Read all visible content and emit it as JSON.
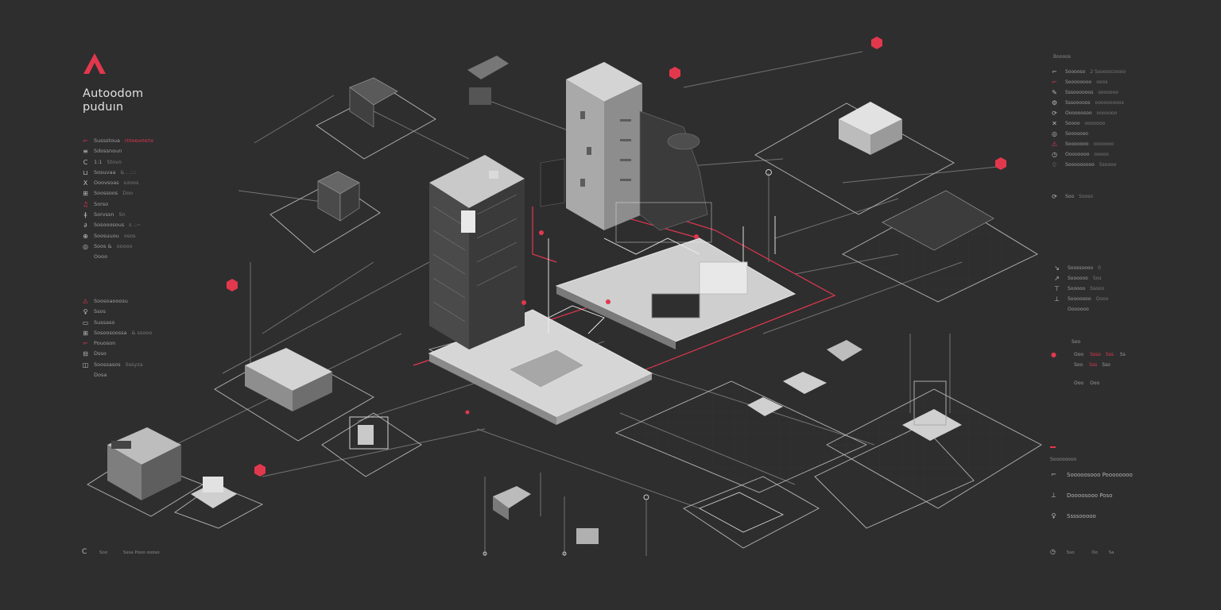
{
  "brand": {
    "line1": "Autoodom",
    "line2": "puduın",
    "accent": "#e2384d"
  },
  "left_menu": [
    {
      "icon": "pin-icon",
      "glyph": "⌐",
      "red": true,
      "label": "Sussstoua",
      "extra": "ппоєнпєпх",
      "extra_red": true
    },
    {
      "icon": "bars-icon",
      "glyph": "≡",
      "red": false,
      "label": "Sdossnoun",
      "extra": ""
    },
    {
      "icon": "refresh-icon",
      "glyph": "C",
      "red": false,
      "label": "1:1",
      "extra": "Stovo"
    },
    {
      "icon": "cup-icon",
      "glyph": "⊔",
      "red": false,
      "label": "Sosuvaa",
      "extra": "& .  .:::"
    },
    {
      "icon": "cross-icon",
      "glyph": "X",
      "red": false,
      "label": "Ooovsoas",
      "extra": "ozoos"
    },
    {
      "icon": "grid-icon",
      "glyph": "⊞",
      "red": false,
      "label": "Soossoos",
      "extra": "Doo"
    },
    {
      "icon": "flag-icon",
      "glyph": "♫",
      "red": true,
      "label": "Sorso",
      "extra": ""
    },
    {
      "icon": "branch-icon",
      "glyph": "ǂ",
      "red": false,
      "label": "Sorvssn",
      "extra": "Sn"
    },
    {
      "icon": "link-icon",
      "glyph": "∂",
      "red": false,
      "label": "Sosooosous",
      "extra": "s  .:~"
    },
    {
      "icon": "plug-icon",
      "glyph": "⊕",
      "red": false,
      "label": "Soosuuou",
      "extra": "osos"
    },
    {
      "icon": "ring-icon",
      "glyph": "◎",
      "red": false,
      "label": "Soos  &",
      "extra": "ooooo"
    },
    {
      "icon": "",
      "glyph": "",
      "red": false,
      "label": "Oooo",
      "extra": ""
    }
  ],
  "left_menu2": [
    {
      "icon": "layers-icon",
      "glyph": "⚠",
      "red": true,
      "label": "Soosoaooosu",
      "extra": ""
    },
    {
      "icon": "lamp-icon",
      "glyph": "♀",
      "red": false,
      "label": "Ssos",
      "extra": ""
    },
    {
      "icon": "window-icon",
      "glyph": "▭",
      "red": false,
      "label": "Sussaso",
      "extra": ""
    },
    {
      "icon": "grid2-icon",
      "glyph": "⊞",
      "red": false,
      "label": "Sosoosoossa",
      "extra": "&  ssooo"
    },
    {
      "icon": "pin2-icon",
      "glyph": "⌐",
      "red": true,
      "label": "Pouoson",
      "extra": ""
    },
    {
      "icon": "box-icon",
      "glyph": "⊟",
      "red": false,
      "label": "Dsso",
      "extra": ""
    },
    {
      "icon": "square-icon",
      "glyph": "◫",
      "red": false,
      "label": "Soossasos",
      "extra": "Sssyza"
    },
    {
      "icon": "",
      "glyph": "",
      "red": false,
      "label": "Dosa",
      "extra": ""
    }
  ],
  "left_footer": {
    "glyph": "C",
    "a": "Soo",
    "b": "Sssa Pooo oooso"
  },
  "right_menu_title": "Boooos",
  "right_menu": [
    {
      "icon": "pin-icon",
      "glyph": "⌐",
      "red": false,
      "label": "Sooooso",
      "extra": "2   Ssoooscoooo"
    },
    {
      "icon": "pin-icon",
      "glyph": "⌐",
      "red": true,
      "label": "Soooooooo",
      "extra": "ooos"
    },
    {
      "icon": "pencil-icon",
      "glyph": "✎",
      "red": false,
      "label": "Sssoooooos",
      "extra": "ooooooo"
    },
    {
      "icon": "gear-icon",
      "glyph": "⚙",
      "red": false,
      "label": "Sssooooos",
      "extra": "ooooooooos"
    },
    {
      "icon": "refresh-icon",
      "glyph": "⟳",
      "red": false,
      "label": "Oooooosoo",
      "extra": "ooooooo"
    },
    {
      "icon": "x-icon",
      "glyph": "✕",
      "red": false,
      "label": "Soooo",
      "extra": "ooooooo"
    },
    {
      "icon": "ring-icon",
      "glyph": "◎",
      "red": false,
      "label": "Sooosooo",
      "extra": ""
    },
    {
      "icon": "layers-icon",
      "glyph": "⚠",
      "red": true,
      "label": "Sooooooo",
      "extra": "ooooooo"
    },
    {
      "icon": "clock-icon",
      "glyph": "◷",
      "red": false,
      "label": "Oooooooo",
      "extra": "ooooo"
    },
    {
      "icon": "shield-icon",
      "glyph": "♢",
      "red": false,
      "label": "Sooooooooo",
      "extra": "Ssoooo"
    }
  ],
  "right_menu_footer": {
    "glyph": "⟳",
    "label": "Soo",
    "extra": "Sooso"
  },
  "right_panel2": [
    {
      "icon": "tool-icon",
      "glyph": "↘",
      "label": "Soossoooo",
      "extra": "0"
    },
    {
      "icon": "trend-icon",
      "glyph": "↗",
      "label": "Soooooo",
      "extra": "Sos"
    },
    {
      "icon": "bar-icon",
      "glyph": "⊤",
      "label": "Sooooo",
      "extra": "Ssooo"
    },
    {
      "icon": "chart-icon",
      "glyph": "⊥",
      "label": "Sooooooo",
      "extra": "Oooo"
    },
    {
      "icon": "",
      "glyph": "",
      "label": "Ooooooo",
      "extra": ""
    }
  ],
  "stats": {
    "label": "Soo",
    "rows": [
      {
        "a": "Ooo",
        "b": "Ssso",
        "c": "Sss",
        "d": "Ss",
        "b_red": true
      },
      {
        "a": "Soo",
        "b": "Sss",
        "c": "Sso",
        "d": "",
        "b_red": true
      },
      {
        "a": "Ooo",
        "b": "Ooo",
        "c": "",
        "d": "",
        "b_red": false
      }
    ]
  },
  "right_panel3": {
    "title": "Soooooooo",
    "rows": [
      {
        "icon": "wrench-icon",
        "glyph": "⌐",
        "label": "Sooooosooo Poooooooo"
      },
      {
        "icon": "stamp-icon",
        "glyph": "⊥",
        "label": "Doooosooo Poso"
      },
      {
        "icon": "trophy-icon",
        "glyph": "♀",
        "label": "Ssssooooo"
      }
    ]
  },
  "right_footer": {
    "glyph": "◷",
    "a": "Sso",
    "b": "Oo",
    "c": "Sa"
  }
}
